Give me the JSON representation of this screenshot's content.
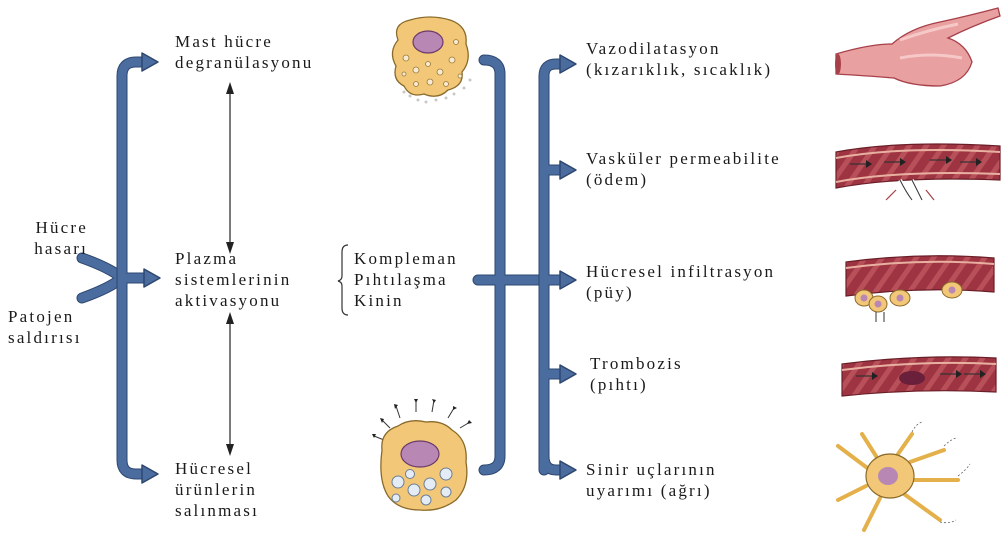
{
  "inputs": {
    "cell_damage": [
      "Hücre",
      "hasarı"
    ],
    "pathogen_attack": [
      "Patojen",
      "saldırısı"
    ]
  },
  "mechanisms": {
    "mast_cell": [
      "Mast hücre",
      "degranülasyonu"
    ],
    "plasma": [
      "Plazma",
      "sistemlerinin",
      "aktivasyonu"
    ],
    "cell_products": [
      "Hücresel",
      "ürünlerin",
      "salınması"
    ]
  },
  "plasma_systems": [
    "Kompleman",
    "Pıhtılaşma",
    "Kinin"
  ],
  "outcomes": {
    "vasodilation": [
      "Vazodilatasyon",
      "(kızarıklık, sıcaklık)"
    ],
    "permeability": [
      "Vasküler permeabilite",
      "(ödem)"
    ],
    "infiltration": [
      "Hücresel infiltrasyon",
      "(püy)"
    ],
    "thrombosis": [
      "Trombozis",
      "(pıhtı)"
    ],
    "nerve": [
      "Sinir uçlarının",
      "uyarımı (ağrı)"
    ]
  },
  "colors": {
    "arrow": "#4a6c9e",
    "arrow_dark": "#2e4770",
    "cell": "#f2c878",
    "nucleus": "#b887b4",
    "vessel": "#a8404a",
    "vessel_light": "#e8a0a0"
  }
}
